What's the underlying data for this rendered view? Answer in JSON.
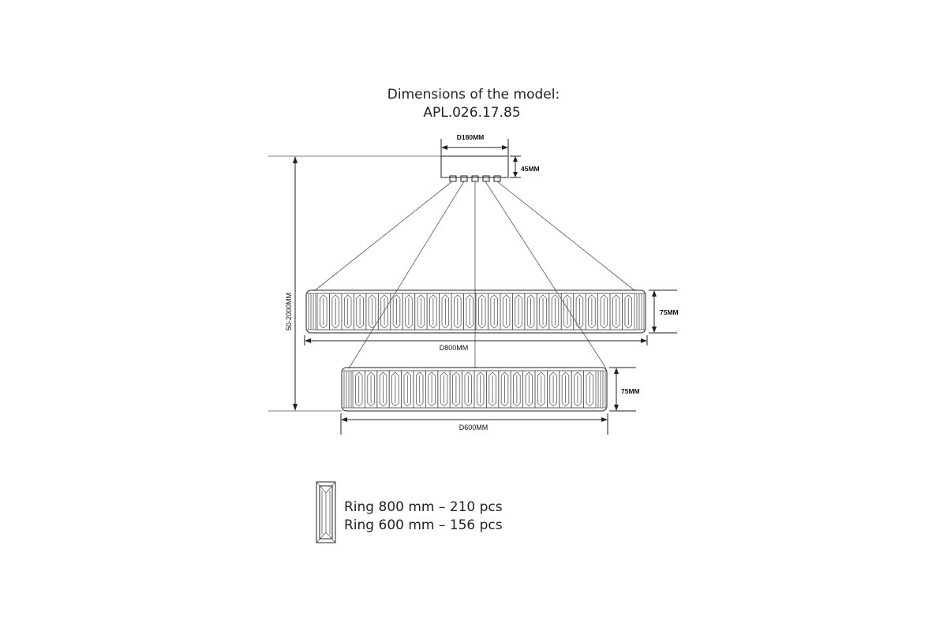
{
  "title": {
    "line1": "Dimensions of the model:",
    "line2": "APL.026.17.85"
  },
  "dimensions": {
    "canopy_diameter": "D180MM",
    "canopy_height": "45MM",
    "total_height": "50-2000MM",
    "ring_large_height": "75MM",
    "ring_large_diameter": "D800MM",
    "ring_small_height": "75MM",
    "ring_small_diameter": "D600MM"
  },
  "notes": {
    "ring_800": "Ring 800 mm – 210 pcs",
    "ring_600": "Ring 600 mm – 156 pcs"
  },
  "crystal_counts": {
    "ring_large_segments": 26,
    "ring_small_segments": 20
  }
}
